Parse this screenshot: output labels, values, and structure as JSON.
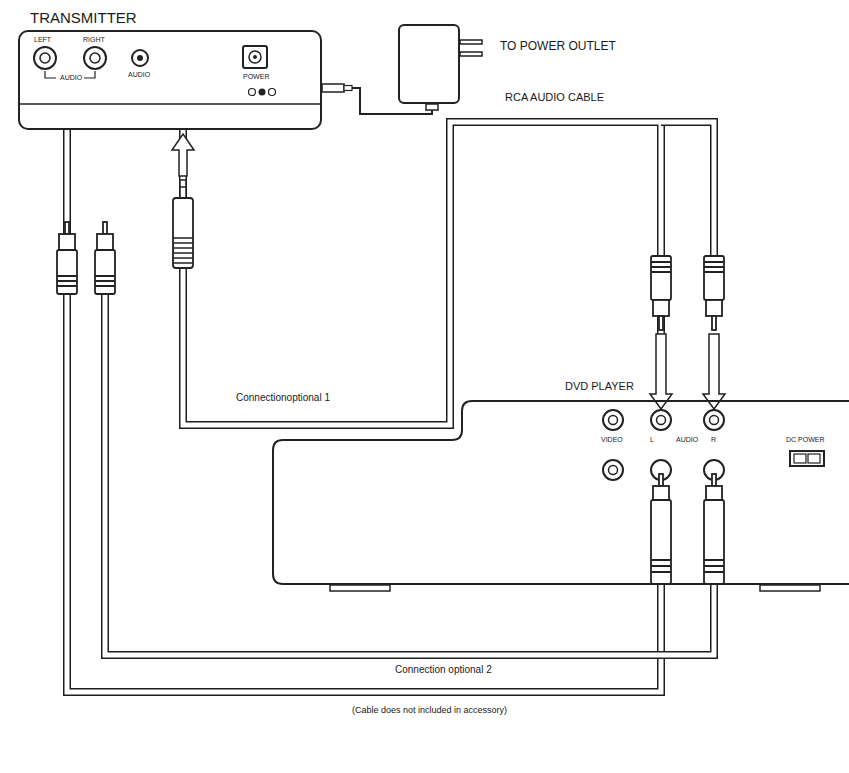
{
  "diagram": {
    "nodes": [
      {
        "text": [
          "TRANSMITTER"
        ]
      },
      {
        "text": [
          "TO POWER OUTLET"
        ]
      },
      {
        "text": [
          "DVD PLAYER"
        ]
      }
    ],
    "edges": [
      {
        "from": 0,
        "to": 2,
        "arrow": "none",
        "label": "Connectionoptional 1"
      },
      {
        "from": 0,
        "to": 2,
        "arrow": "none",
        "label": "Connection optional 2"
      },
      {
        "from": 1,
        "to": 0,
        "arrow": "none"
      }
    ],
    "labels": [
      "LEFT",
      "RIGHT",
      "AUDIO",
      "AUDIO",
      "POWER",
      "RCA AUDIO CABLE",
      "VIDEO",
      "L",
      "AUDIO",
      "R",
      "DC POWER",
      "(Cable does not included in accessory)"
    ]
  }
}
